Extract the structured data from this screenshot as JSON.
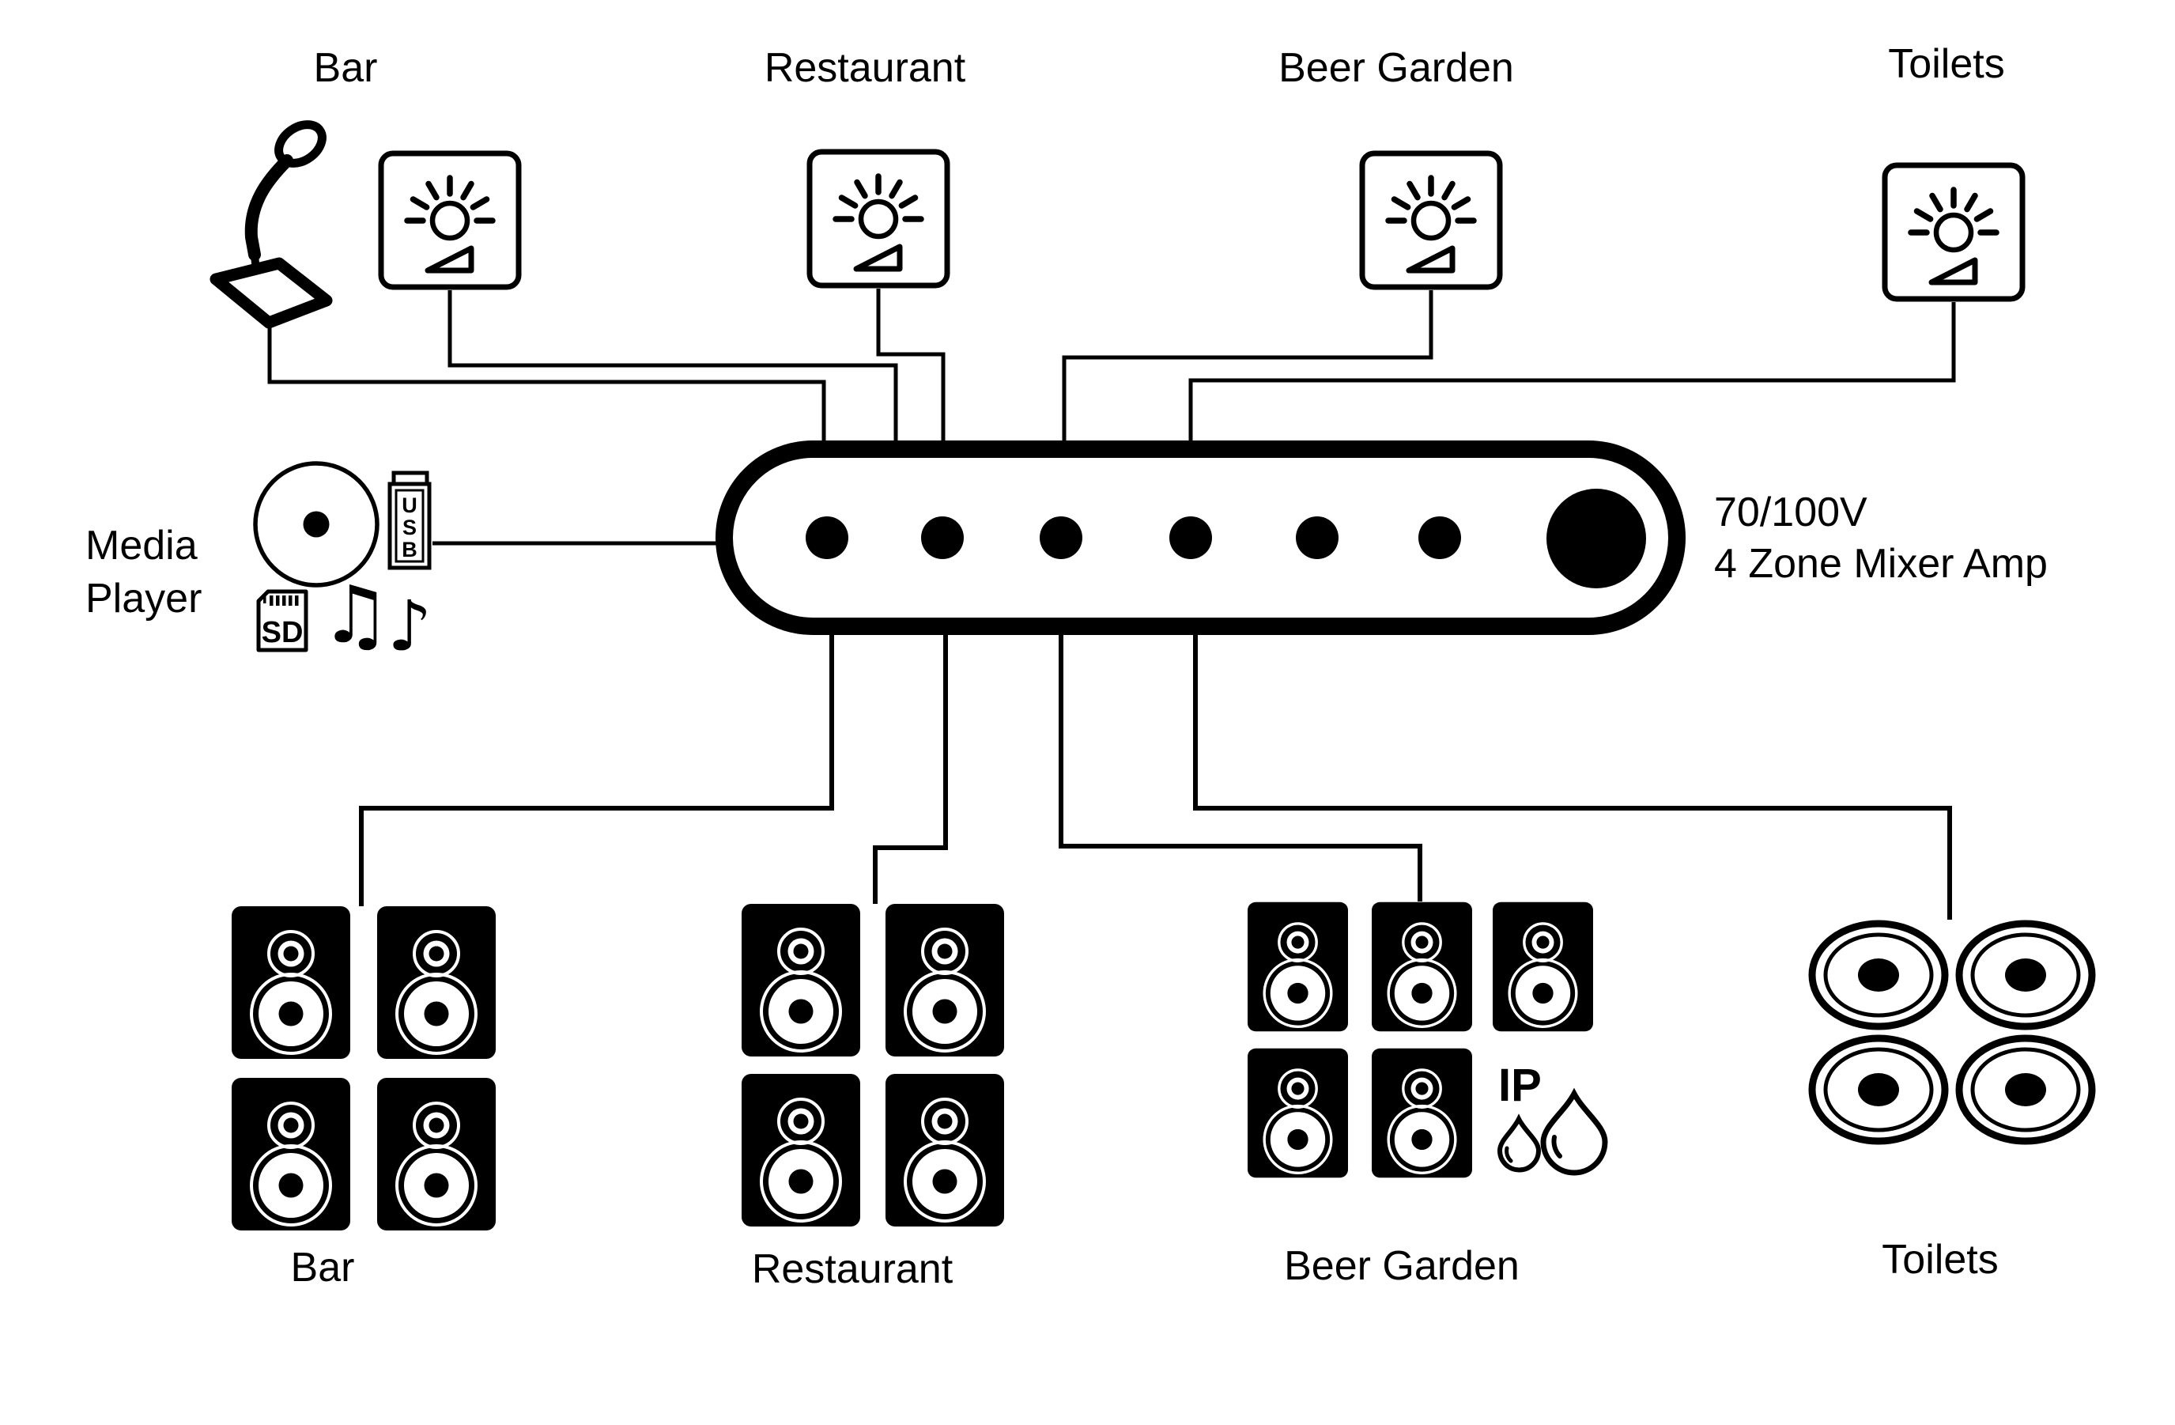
{
  "colors": {
    "ink": "#000000",
    "background": "#ffffff"
  },
  "zones_top": [
    {
      "label": "Bar"
    },
    {
      "label": "Restaurant"
    },
    {
      "label": "Beer Garden"
    },
    {
      "label": "Toilets"
    }
  ],
  "zones_bottom": [
    {
      "label": "Bar"
    },
    {
      "label": "Restaurant"
    },
    {
      "label": "Beer Garden"
    },
    {
      "label": "Toilets"
    }
  ],
  "media_player": {
    "label_line1": "Media",
    "label_line2": "Player",
    "usb_text": "USB",
    "sd_text": "SD",
    "note_double": "♫",
    "note_single": "♪"
  },
  "amp": {
    "voltage_label": "70/100V",
    "type_label": "4 Zone Mixer Amp",
    "knobs": {
      "small": 6,
      "large": 1
    }
  },
  "beer_garden": {
    "ip_label": "IP"
  }
}
